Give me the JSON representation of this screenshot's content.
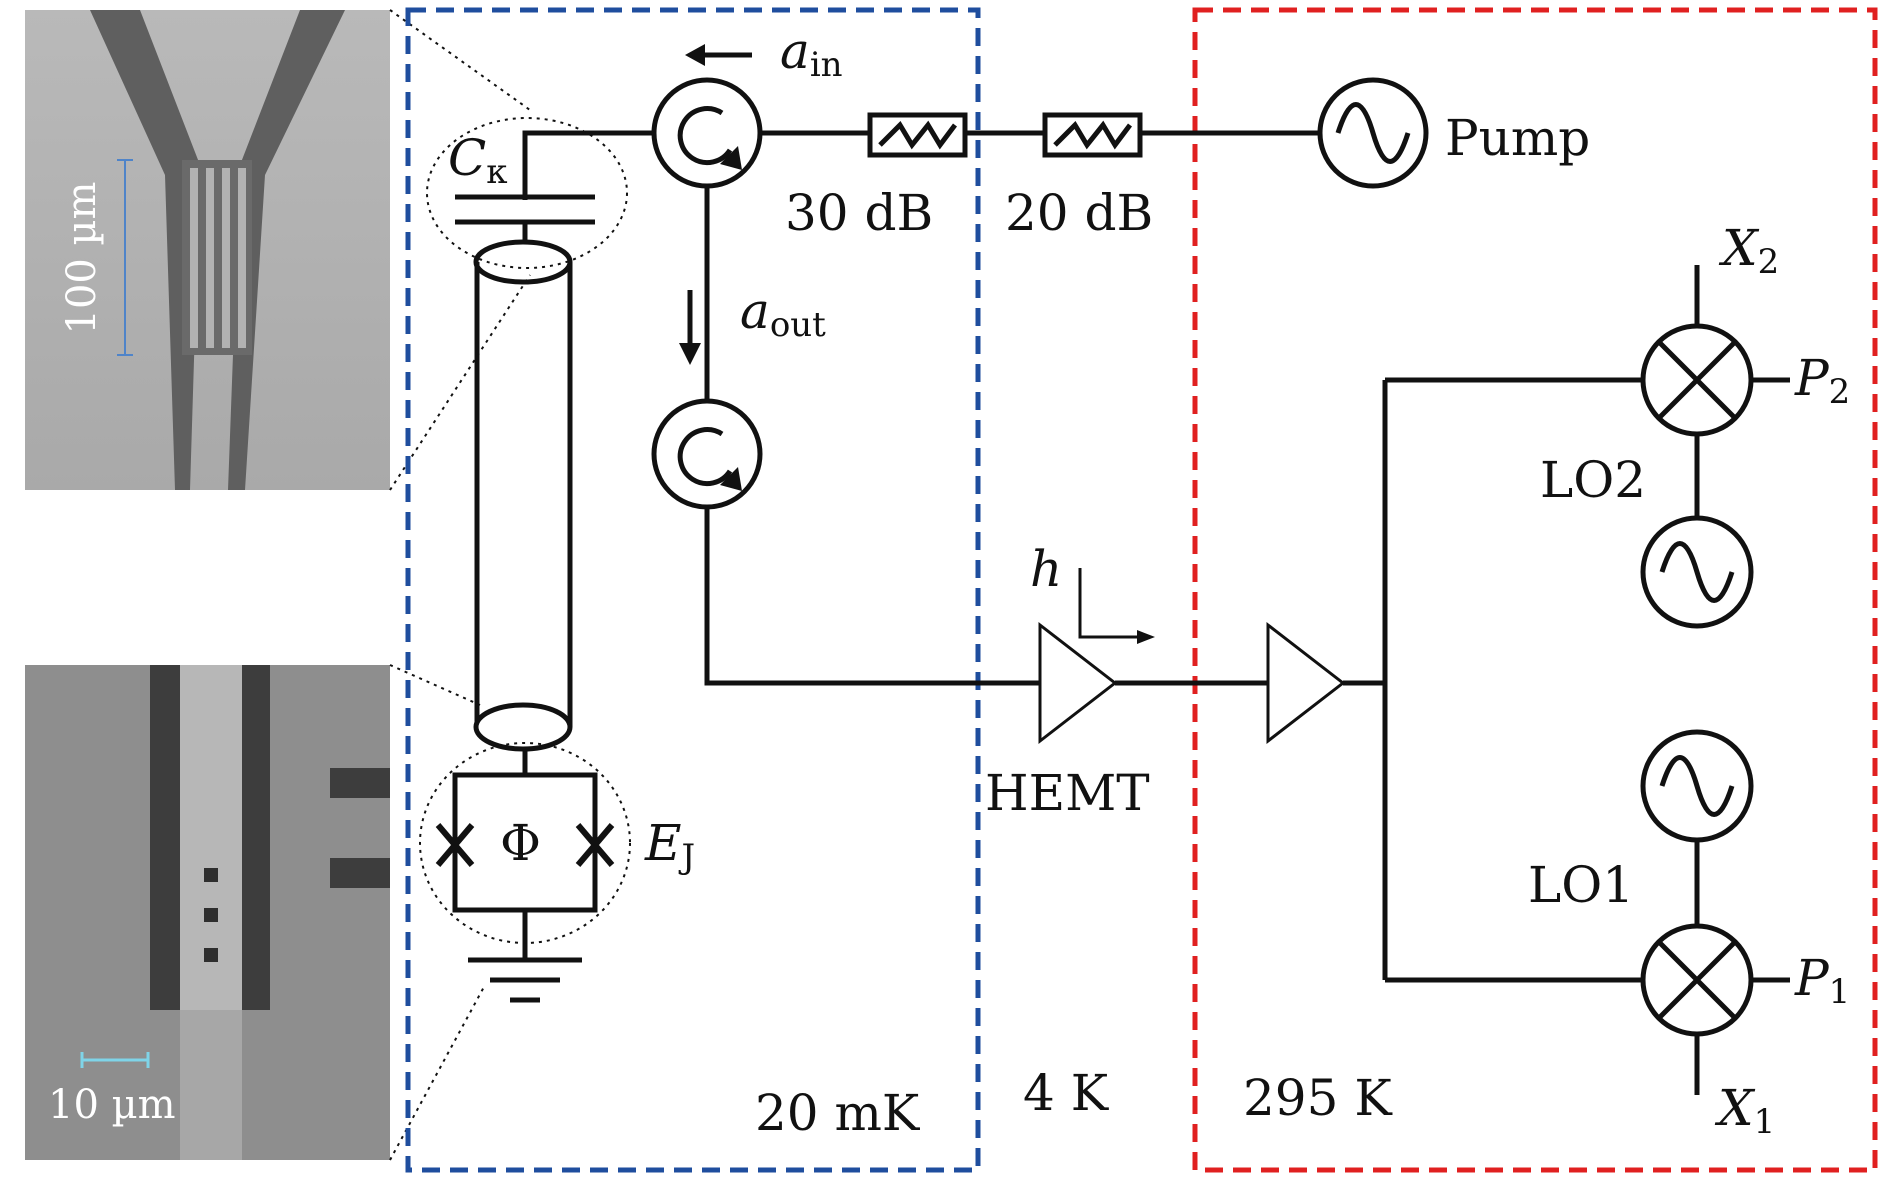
{
  "micrographs": {
    "top_scale_label": "100 µm",
    "bottom_scale_label": "10 µm"
  },
  "labels": {
    "a_in_base": "a",
    "a_in_sub": "in",
    "a_out_base": "a",
    "a_out_sub": "out",
    "c_kappa_base": "C",
    "c_kappa_sub": "κ",
    "phi": "Φ",
    "ej_base": "E",
    "ej_sub": "J",
    "atten1": "30 dB",
    "atten2": "20 dB",
    "pump": "Pump",
    "h": "h",
    "hemt": "HEMT",
    "lo2": "LO2",
    "lo1": "LO1",
    "x2_base": "X",
    "x2_sub": "2",
    "p2_base": "P",
    "p2_sub": "2",
    "x1_base": "X",
    "x1_sub": "1",
    "p1_base": "P",
    "p1_sub": "1"
  },
  "stages": {
    "cold": "20 mK",
    "mid": "4 K",
    "room": "295 K"
  },
  "colors": {
    "cold_box": "#1f4e9e",
    "room_box": "#e02020",
    "scale_bar_top": "#4f84c9",
    "scale_bar_bottom": "#7fd4e8"
  }
}
